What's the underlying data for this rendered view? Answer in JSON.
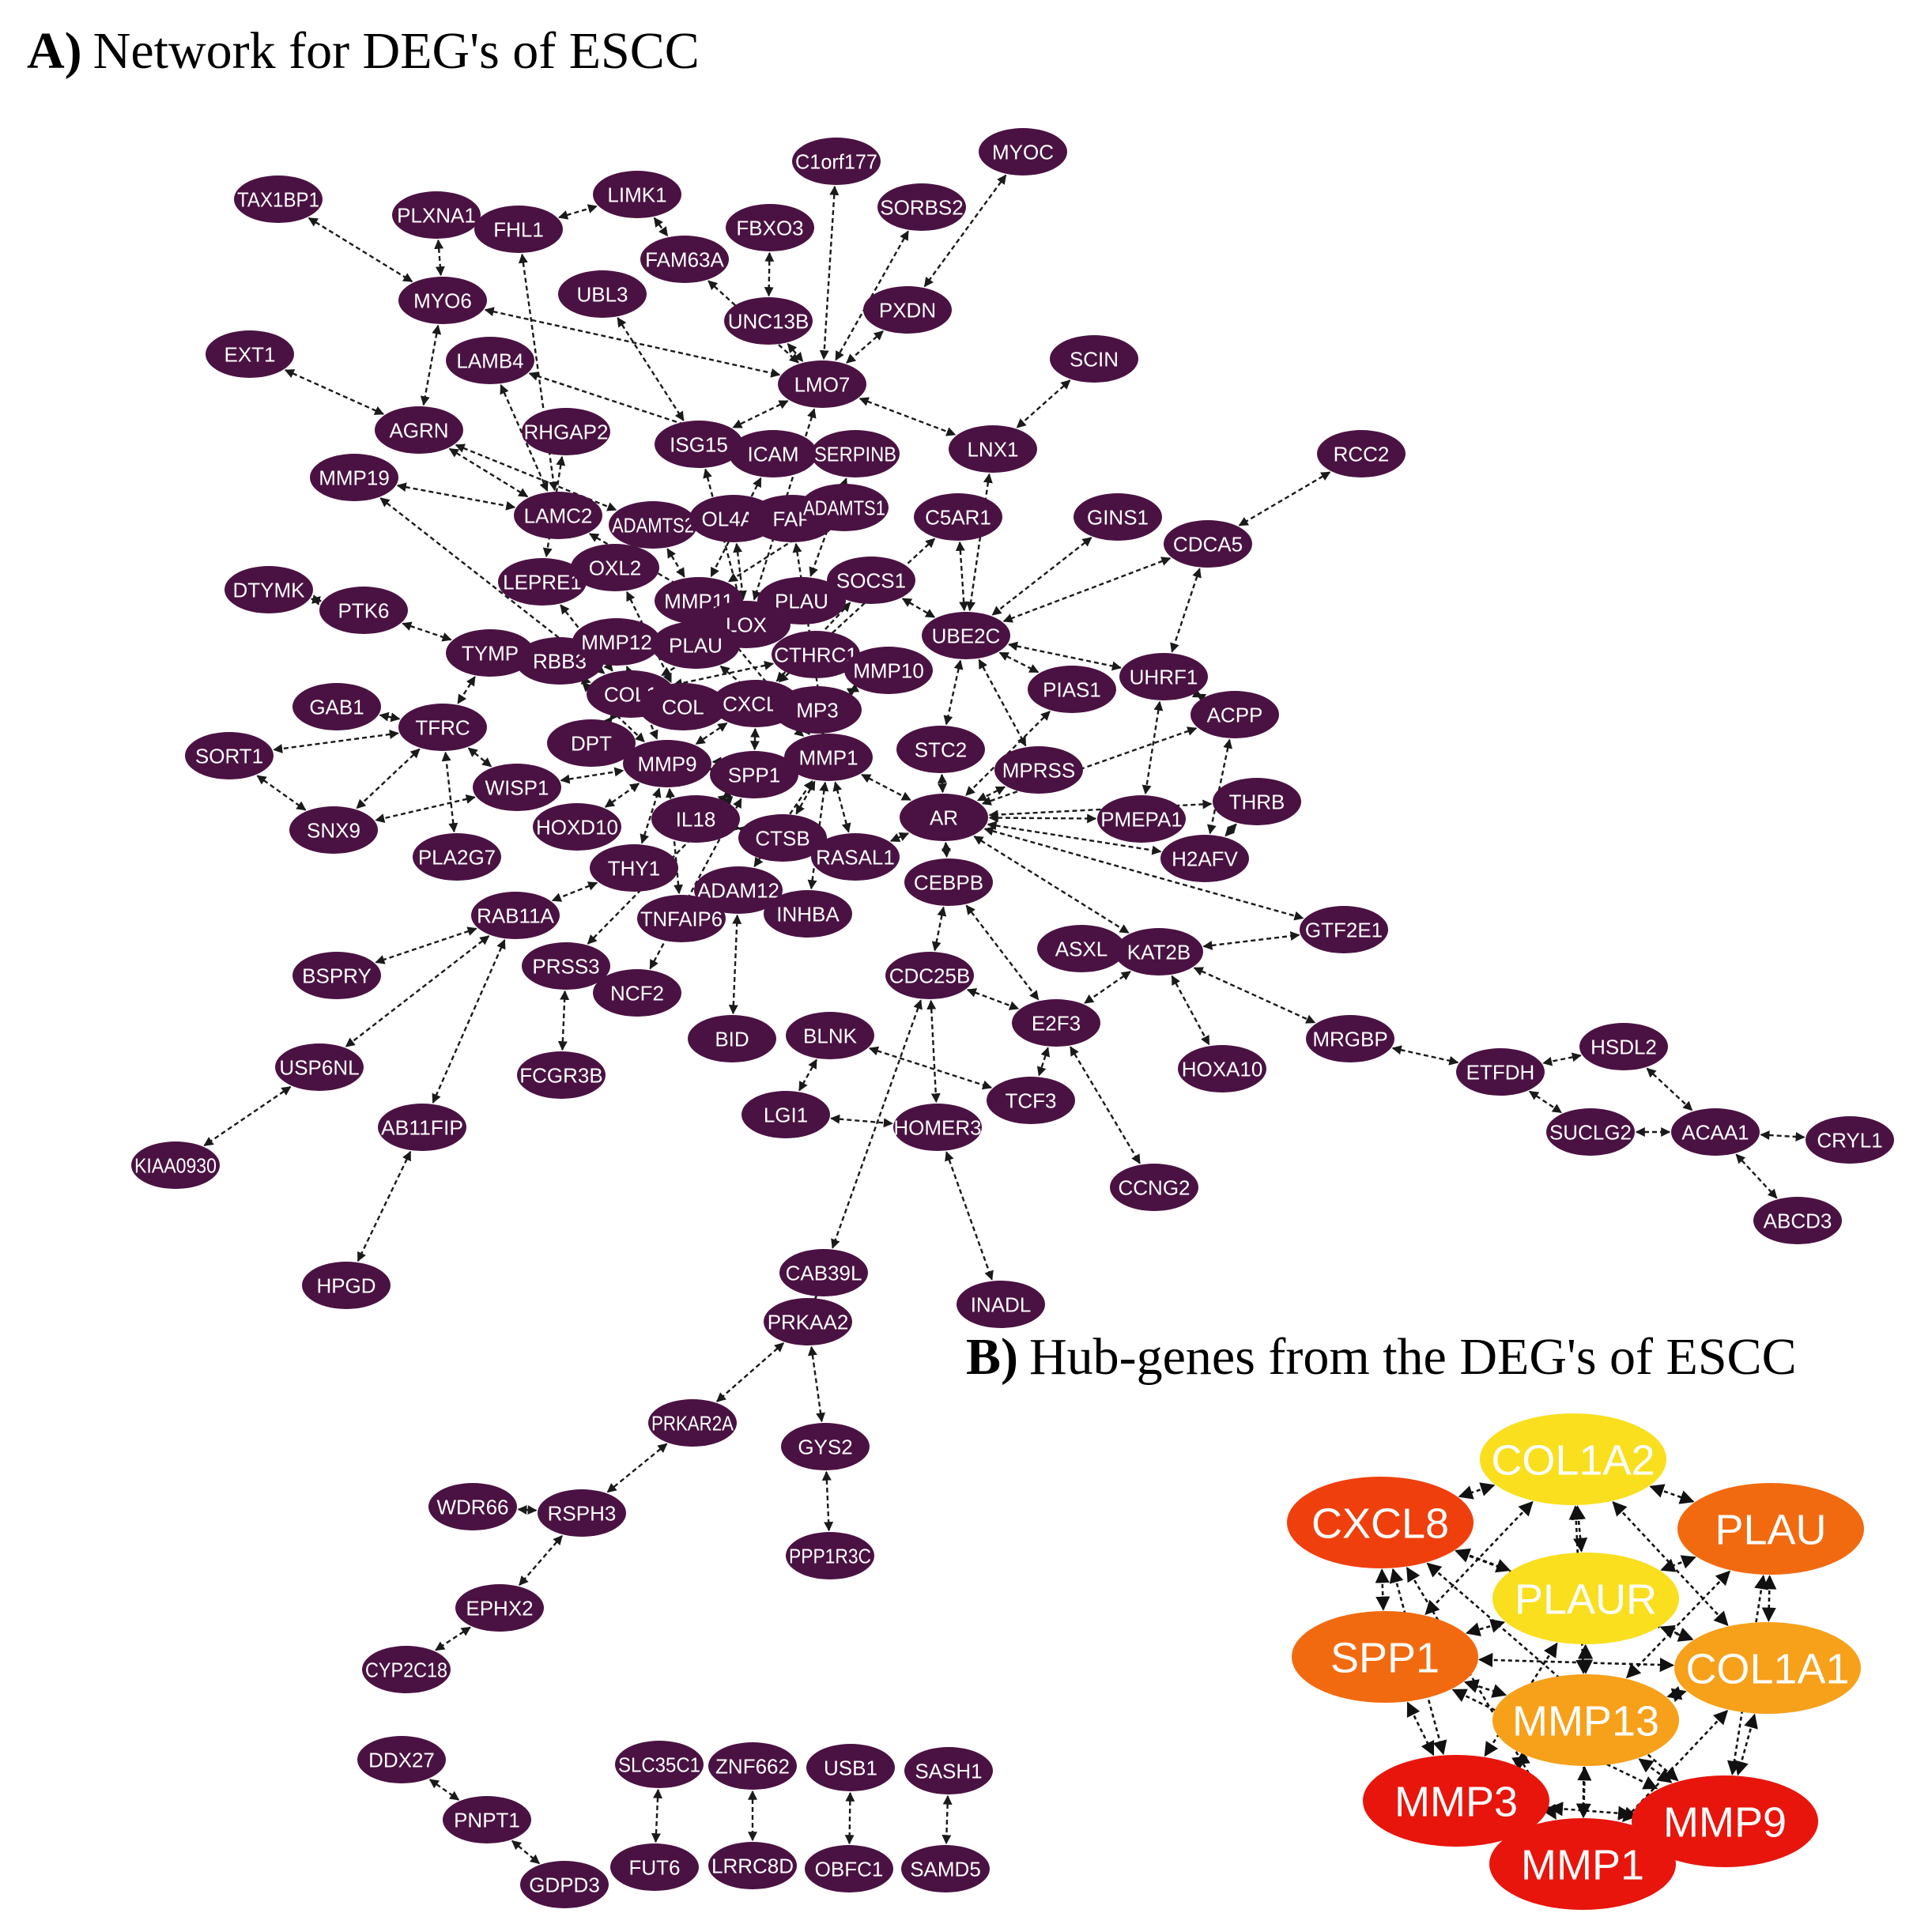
{
  "panels": {
    "a": {
      "letter": "A)",
      "title": "Network for DEG's of ESCC"
    },
    "b": {
      "letter": "B)",
      "title": "Hub-genes from the DEG's of ESCC"
    }
  },
  "colors": {
    "node_a": "#4a1242",
    "edge": "#1a1a1a",
    "hub_red": "#e8150c",
    "hub_redorange": "#ef3f0d",
    "hub_orange": "#f26a10",
    "hub_amber": "#f7a01a",
    "hub_yellow": "#f9df1e"
  },
  "network_a": {
    "nodes": [
      {
        "id": "TAX1BP1",
        "label": "TAX1BP1"
      },
      {
        "id": "PLXNA1",
        "label": "PLXNA1"
      },
      {
        "id": "FHL1",
        "label": "FHL1"
      },
      {
        "id": "LIMK1",
        "label": "LIMK1"
      },
      {
        "id": "C1orf177",
        "label": "C1orf177"
      },
      {
        "id": "MYOC",
        "label": "MYOC"
      },
      {
        "id": "SORBS2",
        "label": "SORBS2"
      },
      {
        "id": "FBXO3",
        "label": "FBXO3"
      },
      {
        "id": "FAM63A",
        "label": "FAM63A"
      },
      {
        "id": "MYO6",
        "label": "MYO6"
      },
      {
        "id": "UBL3",
        "label": "UBL3"
      },
      {
        "id": "UNC13B",
        "label": "UNC13B"
      },
      {
        "id": "PXDN",
        "label": "PXDN"
      },
      {
        "id": "EXT1",
        "label": "EXT1"
      },
      {
        "id": "LAMB4",
        "label": "LAMB4"
      },
      {
        "id": "LMO7",
        "label": "LMO7"
      },
      {
        "id": "SCIN",
        "label": "SCIN"
      },
      {
        "id": "AGRN",
        "label": "AGRN"
      },
      {
        "id": "ARHGAP2",
        "label": "RHGAP2"
      },
      {
        "id": "ISG15",
        "label": "ISG15"
      },
      {
        "id": "ICAM",
        "label": "ICAM"
      },
      {
        "id": "SERPINB",
        "label": "SERPINB"
      },
      {
        "id": "LNX1",
        "label": "LNX1"
      },
      {
        "id": "RCC2",
        "label": "RCC2"
      },
      {
        "id": "MMP19",
        "label": "MMP19"
      },
      {
        "id": "LAMC2",
        "label": "LAMC2"
      },
      {
        "id": "ADAMTS2",
        "label": "ADAMTS2"
      },
      {
        "id": "COL4A1",
        "label": "OL4A1"
      },
      {
        "id": "FAP",
        "label": "FAP"
      },
      {
        "id": "ADAMTS1",
        "label": "ADAMTS1"
      },
      {
        "id": "C5AR1",
        "label": "C5AR1"
      },
      {
        "id": "GINS1",
        "label": "GINS1"
      },
      {
        "id": "CDCA5",
        "label": "CDCA5"
      },
      {
        "id": "DTYMK",
        "label": "DTYMK"
      },
      {
        "id": "LEPRE1",
        "label": "LEPRE1"
      },
      {
        "id": "LOXL2",
        "label": "OXL2"
      },
      {
        "id": "MMP11",
        "label": "MMP11"
      },
      {
        "id": "PLAU",
        "label": "PLAU"
      },
      {
        "id": "SOCS1",
        "label": "SOCS1"
      },
      {
        "id": "PTK6",
        "label": "PTK6"
      },
      {
        "id": "LOX",
        "label": "LOX"
      },
      {
        "id": "UBE2C",
        "label": "UBE2C"
      },
      {
        "id": "TYMP",
        "label": "TYMP"
      },
      {
        "id": "ERBB3",
        "label": "RBB3"
      },
      {
        "id": "MMP12",
        "label": "MMP12"
      },
      {
        "id": "PLAUR",
        "label": "PLAU"
      },
      {
        "id": "CTHRC1",
        "label": "CTHRC1"
      },
      {
        "id": "TIMP10",
        "label": "MMP10"
      },
      {
        "id": "UHRF1",
        "label": "UHRF1"
      },
      {
        "id": "PIAS1",
        "label": "PIAS1"
      },
      {
        "id": "COL1A1",
        "label": "COL1"
      },
      {
        "id": "COL1A2",
        "label": "COL"
      },
      {
        "id": "CXCL8",
        "label": "CXCL8"
      },
      {
        "id": "MMP3",
        "label": "MP3"
      },
      {
        "id": "ACPP",
        "label": "ACPP"
      },
      {
        "id": "GAB1",
        "label": "GAB1"
      },
      {
        "id": "TFRC",
        "label": "TFRC"
      },
      {
        "id": "DPT",
        "label": "DPT"
      },
      {
        "id": "SORT1",
        "label": "SORT1"
      },
      {
        "id": "MMP9",
        "label": "MMP9"
      },
      {
        "id": "MMP1",
        "label": "MMP1"
      },
      {
        "id": "STC2",
        "label": "STC2"
      },
      {
        "id": "SPP1",
        "label": "SPP1"
      },
      {
        "id": "TMPRSS",
        "label": "MPRSS"
      },
      {
        "id": "THRB",
        "label": "THRB"
      },
      {
        "id": "WISP1",
        "label": "WISP1"
      },
      {
        "id": "SNX9",
        "label": "SNX9"
      },
      {
        "id": "HOXD10",
        "label": "HOXD10"
      },
      {
        "id": "IL18",
        "label": "IL18"
      },
      {
        "id": "AR",
        "label": "AR"
      },
      {
        "id": "PMEPA1",
        "label": "PMEPA1"
      },
      {
        "id": "CTSB",
        "label": "CTSB"
      },
      {
        "id": "PLA2G7",
        "label": "PLA2G7"
      },
      {
        "id": "H2AFV",
        "label": "H2AFV"
      },
      {
        "id": "THY1",
        "label": "THY1"
      },
      {
        "id": "RASAL1",
        "label": "RASAL1"
      },
      {
        "id": "CEBPB",
        "label": "CEBPB"
      },
      {
        "id": "ADAM12",
        "label": "ADAM12"
      },
      {
        "id": "RAB11A",
        "label": "RAB11A"
      },
      {
        "id": "TNFAIP6",
        "label": "TNFAIP6"
      },
      {
        "id": "INHBA",
        "label": "INHBA"
      },
      {
        "id": "GTF2E1",
        "label": "GTF2E1"
      },
      {
        "id": "ASXL",
        "label": "ASXL"
      },
      {
        "id": "KAT2B",
        "label": "KAT2B"
      },
      {
        "id": "BSPRY",
        "label": "BSPRY"
      },
      {
        "id": "PRSS3",
        "label": "PRSS3"
      },
      {
        "id": "CDC25B",
        "label": "CDC25B"
      },
      {
        "id": "NCF2",
        "label": "NCF2"
      },
      {
        "id": "E2F3",
        "label": "E2F3"
      },
      {
        "id": "BID",
        "label": "BID"
      },
      {
        "id": "BLNK",
        "label": "BLNK"
      },
      {
        "id": "MRGBP",
        "label": "MRGBP"
      },
      {
        "id": "HSDL2",
        "label": "HSDL2"
      },
      {
        "id": "USP6NL",
        "label": "USP6NL"
      },
      {
        "id": "FCGR3B",
        "label": "FCGR3B"
      },
      {
        "id": "HOXA10",
        "label": "HOXA10"
      },
      {
        "id": "ETFDH",
        "label": "ETFDH"
      },
      {
        "id": "TCF3",
        "label": "TCF3"
      },
      {
        "id": "LGI1",
        "label": "LGI1"
      },
      {
        "id": "HOMER3",
        "label": "HOMER3"
      },
      {
        "id": "RAB11FIP",
        "label": "AB11FIP"
      },
      {
        "id": "SUCLG2",
        "label": "SUCLG2"
      },
      {
        "id": "ACAA1",
        "label": "ACAA1"
      },
      {
        "id": "CRYL1",
        "label": "CRYL1"
      },
      {
        "id": "KIAA0930",
        "label": "KIAA0930"
      },
      {
        "id": "CCNG2",
        "label": "CCNG2"
      },
      {
        "id": "ABCD3",
        "label": "ABCD3"
      },
      {
        "id": "HPGD",
        "label": "HPGD"
      },
      {
        "id": "CAB39L",
        "label": "CAB39L"
      },
      {
        "id": "INADL",
        "label": "INADL"
      },
      {
        "id": "PRKAA2",
        "label": "PRKAA2"
      },
      {
        "id": "PRKAR2A",
        "label": "PRKAR2A"
      },
      {
        "id": "GYS2",
        "label": "GYS2"
      },
      {
        "id": "WDR66",
        "label": "WDR66"
      },
      {
        "id": "RSPH3",
        "label": "RSPH3"
      },
      {
        "id": "PPP1R3C",
        "label": "PPP1R3C"
      },
      {
        "id": "EPHX2",
        "label": "EPHX2"
      },
      {
        "id": "CYP2C18",
        "label": "CYP2C18"
      },
      {
        "id": "DDX27",
        "label": "DDX27"
      },
      {
        "id": "SLC35C1",
        "label": "SLC35C1"
      },
      {
        "id": "ZNF662",
        "label": "ZNF662"
      },
      {
        "id": "USB1",
        "label": "USB1"
      },
      {
        "id": "SASH1",
        "label": "SASH1"
      },
      {
        "id": "PNPT1",
        "label": "PNPT1"
      },
      {
        "id": "FUT6",
        "label": "FUT6"
      },
      {
        "id": "LRRC8D",
        "label": "LRRC8D"
      },
      {
        "id": "OBFC1",
        "label": "OBFC1"
      },
      {
        "id": "SAMD5",
        "label": "SAMD5"
      },
      {
        "id": "GDPD3",
        "label": "GDPD3"
      }
    ],
    "edges": [
      [
        "TAX1BP1",
        "MYO6"
      ],
      [
        "PLXNA1",
        "MYO6"
      ],
      [
        "FHL1",
        "LIMK1"
      ],
      [
        "FHL1",
        "LAMC2"
      ],
      [
        "LIMK1",
        "FAM63A"
      ],
      [
        "FAM63A",
        "LMO7"
      ],
      [
        "FBXO3",
        "UNC13B"
      ],
      [
        "C1orf177",
        "LMO7"
      ],
      [
        "SORBS2",
        "LMO7"
      ],
      [
        "MYOC",
        "PXDN"
      ],
      [
        "PXDN",
        "LMO7"
      ],
      [
        "UBL3",
        "ISG15"
      ],
      [
        "UNC13B",
        "LMO7"
      ],
      [
        "MYO6",
        "AGRN"
      ],
      [
        "MYO6",
        "LMO7"
      ],
      [
        "EXT1",
        "AGRN"
      ],
      [
        "LAMB4",
        "LAMC2"
      ],
      [
        "LAMB4",
        "ICAM"
      ],
      [
        "AGRN",
        "LAMC2"
      ],
      [
        "AGRN",
        "ADAMTS2"
      ],
      [
        "ARHGAP2",
        "LEPRE1"
      ],
      [
        "ISG15",
        "LOX"
      ],
      [
        "ICAM",
        "MMP11"
      ],
      [
        "SERPINB",
        "PLAU"
      ],
      [
        "LMO7",
        "LNX1"
      ],
      [
        "LMO7",
        "ISG15"
      ],
      [
        "LMO7",
        "LOX"
      ],
      [
        "SCIN",
        "LNX1"
      ],
      [
        "LNX1",
        "UBE2C"
      ],
      [
        "RCC2",
        "CDCA5"
      ],
      [
        "MMP19",
        "LAMC2"
      ],
      [
        "MMP19",
        "COL1A1"
      ],
      [
        "LAMC2",
        "LOX"
      ],
      [
        "ADAMTS2",
        "MMP11"
      ],
      [
        "COL4A1",
        "LOX"
      ],
      [
        "FAP",
        "MMP1"
      ],
      [
        "ADAMTS1",
        "MMP11"
      ],
      [
        "C5AR1",
        "UBE2C"
      ],
      [
        "C5AR1",
        "CXCL8"
      ],
      [
        "GINS1",
        "UBE2C"
      ],
      [
        "CDCA5",
        "UBE2C"
      ],
      [
        "CDCA5",
        "UHRF1"
      ],
      [
        "DTYMK",
        "PTK6"
      ],
      [
        "PTK6",
        "TYMP"
      ],
      [
        "LEPRE1",
        "COL1A1"
      ],
      [
        "LOXL2",
        "COL1A2"
      ],
      [
        "MMP11",
        "MMP1"
      ],
      [
        "PLAU",
        "PLAUR"
      ],
      [
        "SOCS1",
        "UBE2C"
      ],
      [
        "SOCS1",
        "CXCL8"
      ],
      [
        "LOX",
        "COL1A1"
      ],
      [
        "UBE2C",
        "UHRF1"
      ],
      [
        "UBE2C",
        "PIAS1"
      ],
      [
        "UBE2C",
        "STC2"
      ],
      [
        "UBE2C",
        "TMPRSS"
      ],
      [
        "TYMP",
        "COL1A1"
      ],
      [
        "TYMP",
        "TFRC"
      ],
      [
        "ERBB3",
        "MMP9"
      ],
      [
        "MMP12",
        "MMP9"
      ],
      [
        "PLAUR",
        "MMP1"
      ],
      [
        "CTHRC1",
        "COL1A1"
      ],
      [
        "TIMP10",
        "MMP3"
      ],
      [
        "UHRF1",
        "ACPP"
      ],
      [
        "UHRF1",
        "PMEPA1"
      ],
      [
        "PIAS1",
        "AR"
      ],
      [
        "COL1A1",
        "COL1A2"
      ],
      [
        "CXCL8",
        "MMP9"
      ],
      [
        "MMP3",
        "MMP1"
      ],
      [
        "ACPP",
        "AR"
      ],
      [
        "ACPP",
        "H2AFV"
      ],
      [
        "GAB1",
        "TFRC"
      ],
      [
        "TFRC",
        "SORT1"
      ],
      [
        "TFRC",
        "SNX9"
      ],
      [
        "TFRC",
        "WISP1"
      ],
      [
        "DPT",
        "COL1A1"
      ],
      [
        "SORT1",
        "SNX9"
      ],
      [
        "MMP9",
        "SPP1"
      ],
      [
        "MMP9",
        "MMP1"
      ],
      [
        "MMP1",
        "AR"
      ],
      [
        "STC2",
        "AR"
      ],
      [
        "SPP1",
        "IL18"
      ],
      [
        "TMPRSS",
        "AR"
      ],
      [
        "THRB",
        "AR"
      ],
      [
        "THRB",
        "H2AFV"
      ],
      [
        "WISP1",
        "SNX9"
      ],
      [
        "WISP1",
        "MMP9"
      ],
      [
        "HOXD10",
        "MMP9"
      ],
      [
        "IL18",
        "CTSB"
      ],
      [
        "AR",
        "PMEPA1"
      ],
      [
        "AR",
        "CEBPB"
      ],
      [
        "AR",
        "KAT2B"
      ],
      [
        "AR",
        "H2AFV"
      ],
      [
        "AR",
        "RASAL1"
      ],
      [
        "AR",
        "GTF2E1"
      ],
      [
        "CTSB",
        "MMP1"
      ],
      [
        "PLA2G7",
        "TFRC"
      ],
      [
        "THY1",
        "MMP9"
      ],
      [
        "THY1",
        "RAB11A"
      ],
      [
        "RASAL1",
        "MMP1"
      ],
      [
        "CEBPB",
        "CDC25B"
      ],
      [
        "CEBPB",
        "E2F3"
      ],
      [
        "ADAM12",
        "MMP1"
      ],
      [
        "RAB11A",
        "BSPRY"
      ],
      [
        "RAB11A",
        "USP6NL"
      ],
      [
        "RAB11A",
        "RAB11FIP"
      ],
      [
        "TNFAIP6",
        "MMP9"
      ],
      [
        "INHBA",
        "MMP1"
      ],
      [
        "ASXL",
        "KAT2B"
      ],
      [
        "KAT2B",
        "E2F3"
      ],
      [
        "KAT2B",
        "HOXA10"
      ],
      [
        "KAT2B",
        "MRGBP"
      ],
      [
        "KAT2B",
        "GTF2E1"
      ],
      [
        "PRSS3",
        "SPP1"
      ],
      [
        "CDC25B",
        "E2F3"
      ],
      [
        "CDC25B",
        "HOMER3"
      ],
      [
        "CDC25B",
        "CAB39L"
      ],
      [
        "NCF2",
        "SPP1"
      ],
      [
        "E2F3",
        "CCNG2"
      ],
      [
        "E2F3",
        "TCF3"
      ],
      [
        "BID",
        "ADAM12"
      ],
      [
        "BLNK",
        "TCF3"
      ],
      [
        "BLNK",
        "LGI1"
      ],
      [
        "MRGBP",
        "ETFDH"
      ],
      [
        "HSDL2",
        "ETFDH"
      ],
      [
        "HSDL2",
        "ACAA1"
      ],
      [
        "USP6NL",
        "KIAA0930"
      ],
      [
        "FCGR3B",
        "PRSS3"
      ],
      [
        "ETFDH",
        "SUCLG2"
      ],
      [
        "LGI1",
        "HOMER3"
      ],
      [
        "HOMER3",
        "INADL"
      ],
      [
        "RAB11FIP",
        "HPGD"
      ],
      [
        "SUCLG2",
        "ACAA1"
      ],
      [
        "ACAA1",
        "CRYL1"
      ],
      [
        "ACAA1",
        "ABCD3"
      ],
      [
        "CAB39L",
        "PRKAA2"
      ],
      [
        "PRKAA2",
        "PRKAR2A"
      ],
      [
        "PRKAA2",
        "GYS2"
      ],
      [
        "PRKAR2A",
        "RSPH3"
      ],
      [
        "GYS2",
        "PPP1R3C"
      ],
      [
        "WDR66",
        "RSPH3"
      ],
      [
        "RSPH3",
        "EPHX2"
      ],
      [
        "EPHX2",
        "CYP2C18"
      ],
      [
        "DDX27",
        "PNPT1"
      ],
      [
        "PNPT1",
        "GDPD3"
      ],
      [
        "SLC35C1",
        "FUT6"
      ],
      [
        "ZNF662",
        "LRRC8D"
      ],
      [
        "USB1",
        "OBFC1"
      ],
      [
        "SASH1",
        "SAMD5"
      ],
      [
        "MMP1",
        "SPP1"
      ],
      [
        "COL1A2",
        "CXCL8"
      ],
      [
        "MMP12",
        "PLAUR"
      ],
      [
        "SPP1",
        "CXCL8"
      ]
    ]
  },
  "hub_b": {
    "nodes": [
      {
        "id": "COL1A2",
        "label": "COL1A2",
        "tone": "hub_yellow"
      },
      {
        "id": "CXCL8",
        "label": "CXCL8",
        "tone": "hub_redorange"
      },
      {
        "id": "PLAU",
        "label": "PLAU",
        "tone": "hub_orange"
      },
      {
        "id": "PLAUR",
        "label": "PLAUR",
        "tone": "hub_yellow"
      },
      {
        "id": "SPP1",
        "label": "SPP1",
        "tone": "hub_orange"
      },
      {
        "id": "COL1A1",
        "label": "COL1A1",
        "tone": "hub_amber"
      },
      {
        "id": "MMP13",
        "label": "MMP13",
        "tone": "hub_amber"
      },
      {
        "id": "MMP3",
        "label": "MMP3",
        "tone": "hub_red"
      },
      {
        "id": "MMP9",
        "label": "MMP9",
        "tone": "hub_red"
      },
      {
        "id": "MMP1",
        "label": "MMP1",
        "tone": "hub_red"
      }
    ]
  }
}
